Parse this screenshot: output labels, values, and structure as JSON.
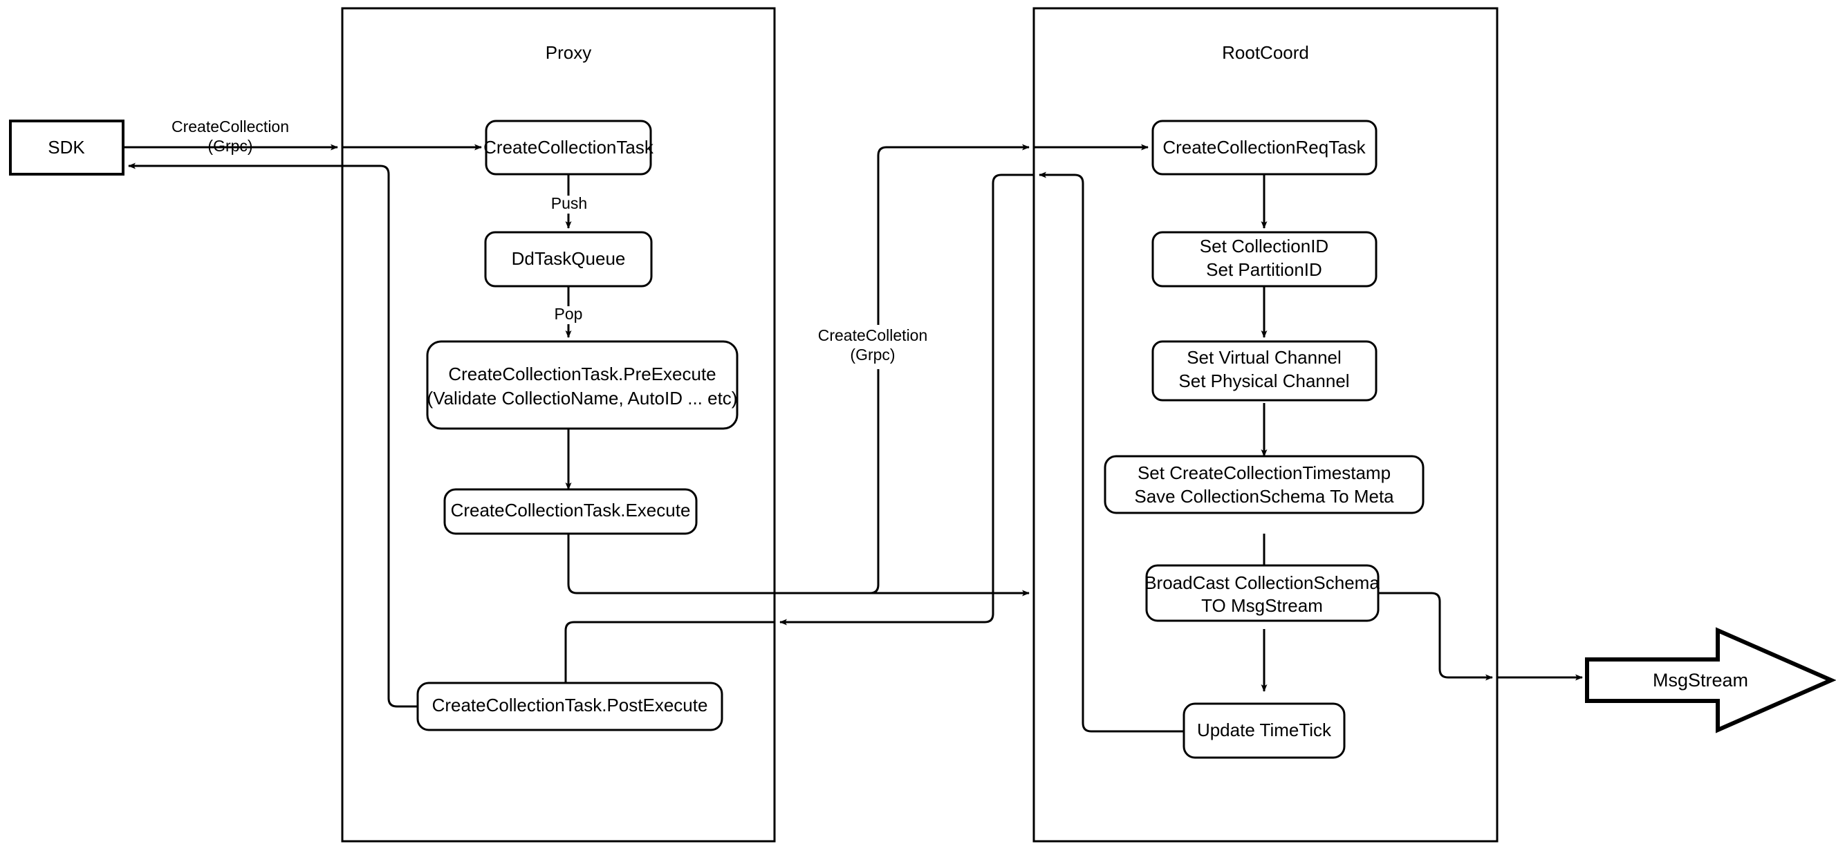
{
  "diagram": {
    "title": "CreateCollection flow (Proxy / RootCoord)",
    "containers": [
      {
        "id": "proxy",
        "label": "Proxy"
      },
      {
        "id": "rootcoord",
        "label": "RootCoord"
      }
    ],
    "nodes": {
      "sdk": {
        "label": "SDK",
        "shape": "rect"
      },
      "create_collection_task": {
        "label": "CreateCollectionTask",
        "shape": "rounded-rect"
      },
      "dd_task_queue": {
        "label": "DdTaskQueue",
        "shape": "rounded-rect"
      },
      "pre_execute_line1": {
        "label": "CreateCollectionTask.PreExecute"
      },
      "pre_execute_line2": {
        "label": "(Validate CollectioName, AutoID ... etc)"
      },
      "execute": {
        "label": "CreateCollectionTask.Execute",
        "shape": "rounded-rect"
      },
      "post_execute": {
        "label": "CreateCollectionTask.PostExecute",
        "shape": "rounded-rect"
      },
      "req_task": {
        "label": "CreateCollectionReqTask",
        "shape": "rounded-rect"
      },
      "set_ids_line1": {
        "label": "Set CollectionID"
      },
      "set_ids_line2": {
        "label": "Set PartitionID"
      },
      "set_channel_line1": {
        "label": "Set Virtual Channel"
      },
      "set_channel_line2": {
        "label": "Set Physical Channel"
      },
      "set_meta_line1": {
        "label": "Set CreateCollectionTimestamp"
      },
      "set_meta_line2": {
        "label": "Save CollectionSchema To Meta"
      },
      "broadcast_line1": {
        "label": "BroadCast CollectionSchema"
      },
      "broadcast_line2": {
        "label": "TO MsgStream"
      },
      "update_timetick": {
        "label": "Update TimeTick",
        "shape": "rounded-rect"
      },
      "msgstream": {
        "label": "MsgStream",
        "shape": "block-arrow"
      }
    },
    "edge_labels": {
      "sdk_to_proxy_line1": "CreateCollection",
      "sdk_to_proxy_line2": "(Grpc)",
      "push": "Push",
      "pop": "Pop",
      "proxy_to_rootcoord_line1": "CreateColletion",
      "proxy_to_rootcoord_line2": "(Grpc)"
    },
    "colors": {
      "stroke": "#000000",
      "fill": "#ffffff",
      "background": "#ffffff"
    }
  }
}
